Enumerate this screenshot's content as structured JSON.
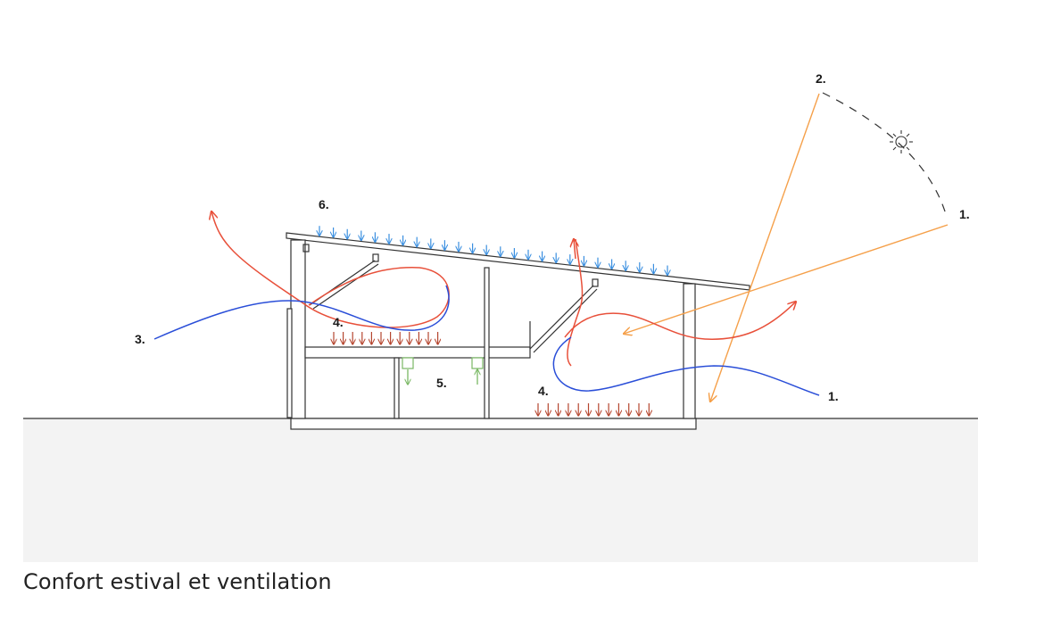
{
  "caption": "Confort estival et ventilation",
  "labels": {
    "sun_low": "1.",
    "sun_high": "2.",
    "airflow_left": "3.",
    "airflow_right": "1.",
    "radiant_upper": "4.",
    "radiant_lower": "4.",
    "vents": "5.",
    "roof_cooling": "6."
  },
  "icons": {
    "sun": "sun-icon"
  },
  "colors": {
    "structure": "#333333",
    "ground_fill": "#f3f3f3",
    "sun_ray": "#f5a04a",
    "warm_air": "#e8503a",
    "cool_air": "#2a4ed8",
    "roof_arrows": "#3a8fe0",
    "radiant_arrows": "#b5452e",
    "vent_green": "#7ab864"
  }
}
